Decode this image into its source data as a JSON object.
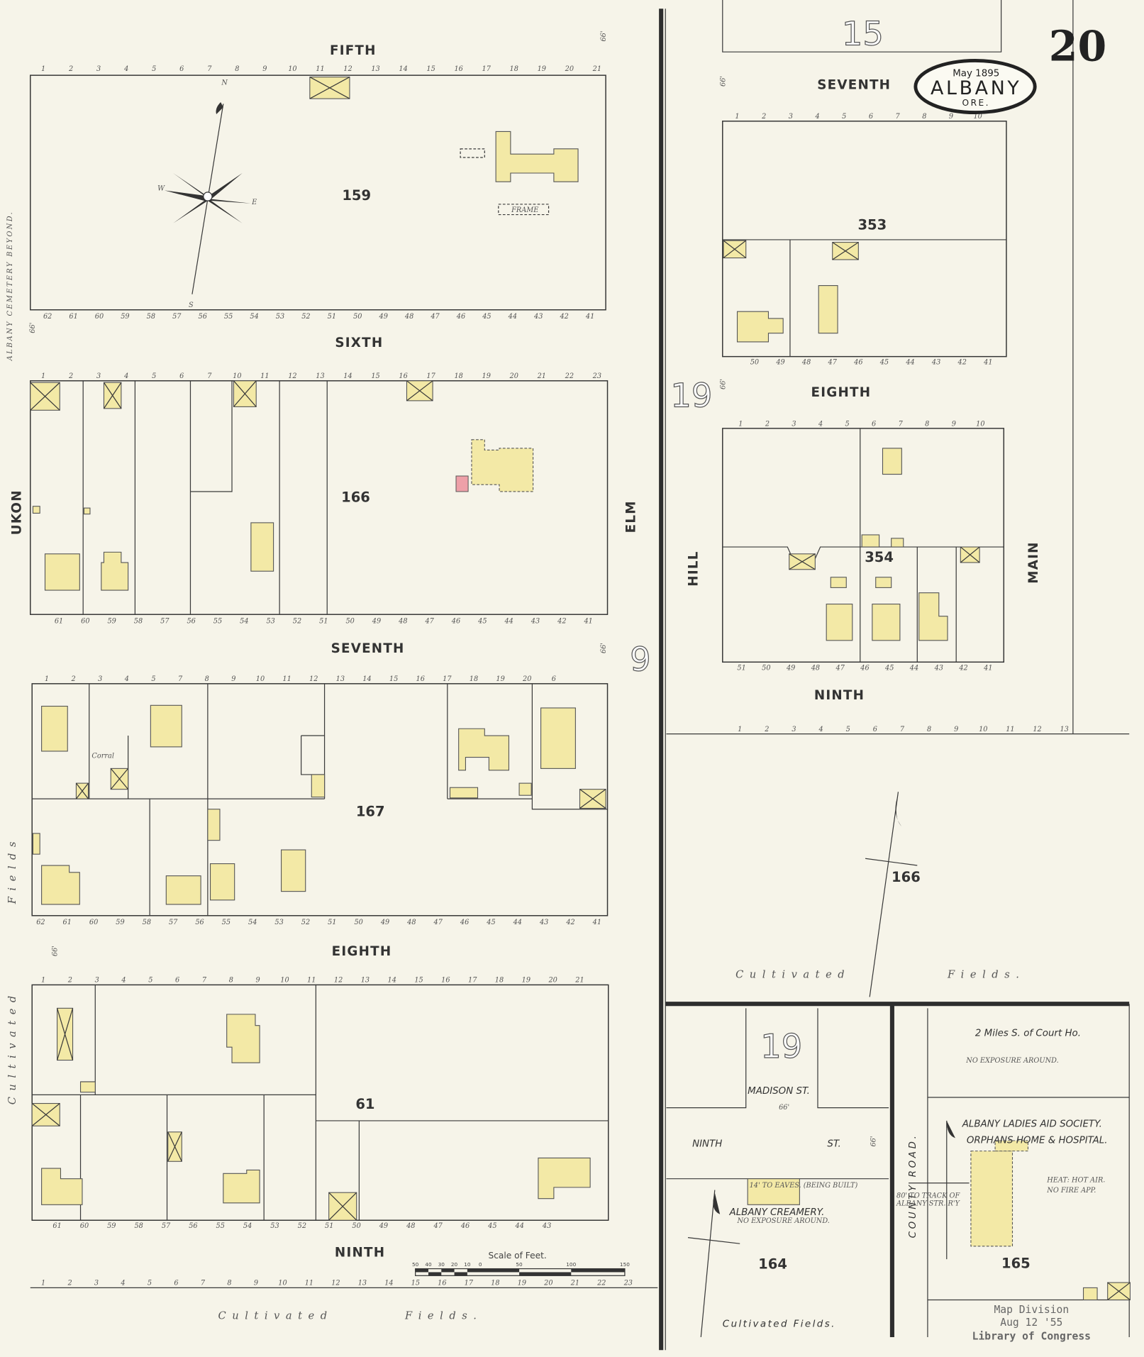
{
  "sheet": {
    "number": "20",
    "cartouche": {
      "date": "May 1895",
      "city": "ALBANY",
      "state": "ORE."
    },
    "adjoining_sheets": [
      "15",
      "19",
      "9",
      "19"
    ]
  },
  "streets": {
    "fifth": "FIFTH",
    "sixth": "SIXTH",
    "seventh_left": "SEVENTH",
    "eighth_left": "EIGHTH",
    "ninth_left": "NINTH",
    "seventh_right": "SEVENTH",
    "eighth_right": "EIGHTH",
    "ninth_right": "NINTH",
    "ukon": "UKON",
    "elm": "ELM",
    "hill": "HILL",
    "main": "MAIN",
    "madison": "MADISON ST.",
    "ninth_st_a": "NINTH",
    "ninth_st_b": "ST.",
    "county_road": "COUNTY ROAD."
  },
  "blocks": [
    "159",
    "166",
    "167",
    "61",
    "353",
    "354",
    "166",
    "164",
    "165"
  ],
  "annotations": {
    "cemetery": "ALBANY CEMETERY BEYOND.",
    "fields_left_a": "Fields",
    "fields_left_b": "Cultivated",
    "cultivated_bottom": "Cultivated",
    "fields_bottom": "Fields.",
    "cultivated_right": "Cultivated",
    "fields_right": "Fields.",
    "cultivated_middle": "Cultivated Fields.",
    "corral": "Corral",
    "court_house": "2 Miles S. of Court Ho.",
    "no_exposure": "NO EXPOSURE AROUND.",
    "society_1": "ALBANY LADIES AID SOCIETY.",
    "society_2": "ORPHANS HOME & HOSPITAL.",
    "heat_1": "HEAT: HOT AIR.",
    "heat_2": "NO FIRE APP.",
    "track_1": "80' TO TRACK OF",
    "track_2": "ALBANY STR. R'Y",
    "creamery": "ALBANY CREAMERY.",
    "creamery_note": "NO EXPOSURE AROUND.",
    "creamery_bldg": "14' TO EAVES. (BEING BUILT)",
    "street_width": "66'",
    "madison_width": "66'",
    "frame": "FRAME"
  },
  "compass": {
    "n": "N",
    "s": "S",
    "e": "E",
    "w": "W"
  },
  "scale": {
    "title": "Scale of Feet.",
    "ticks": [
      "50",
      "40",
      "30",
      "20",
      "10",
      "0",
      "50",
      "100",
      "150"
    ]
  },
  "stamp": {
    "line1": "Map Division",
    "line2": "Aug 12 '55",
    "line3": "Library of Congress"
  },
  "lot_numbers": {
    "b159_top": [
      "1",
      "2",
      "3",
      "4",
      "5",
      "6",
      "7",
      "8",
      "9",
      "10",
      "11",
      "12",
      "13",
      "14",
      "15",
      "16",
      "17",
      "18",
      "19",
      "20",
      "21"
    ],
    "b159_bottom": [
      "62",
      "61",
      "60",
      "59",
      "58",
      "57",
      "56",
      "55",
      "54",
      "53",
      "52",
      "51",
      "50",
      "49",
      "48",
      "47",
      "46",
      "45",
      "44",
      "43",
      "42",
      "41"
    ],
    "b166_top": [
      "1",
      "2",
      "3",
      "4",
      "5",
      "6",
      "7",
      "10",
      "11",
      "12",
      "13",
      "14",
      "15",
      "16",
      "17",
      "18",
      "19",
      "20",
      "21",
      "22",
      "23"
    ],
    "b166_bottom": [
      "61",
      "60",
      "59",
      "58",
      "57",
      "56",
      "55",
      "54",
      "53",
      "52",
      "51",
      "50",
      "49",
      "48",
      "47",
      "46",
      "45",
      "44",
      "43",
      "42",
      "41"
    ],
    "b167_top": [
      "1",
      "2",
      "3",
      "4",
      "5",
      "7",
      "8",
      "9",
      "10",
      "11",
      "12",
      "13",
      "14",
      "15",
      "16",
      "17",
      "18",
      "19",
      "20",
      "6"
    ],
    "b167_bottom": [
      "62",
      "61",
      "60",
      "59",
      "58",
      "57",
      "56",
      "55",
      "54",
      "53",
      "52",
      "51",
      "50",
      "49",
      "48",
      "47",
      "46",
      "45",
      "44",
      "43",
      "42",
      "41"
    ],
    "b61_top": [
      "1",
      "2",
      "3",
      "4",
      "5",
      "6",
      "7",
      "8",
      "9",
      "10",
      "11",
      "12",
      "13",
      "14",
      "15",
      "16",
      "17",
      "18",
      "19",
      "20",
      "21"
    ],
    "b61_bottom": [
      "61",
      "60",
      "59",
      "58",
      "57",
      "56",
      "55",
      "54",
      "53",
      "52",
      "51",
      "50",
      "49",
      "48",
      "47",
      "46",
      "45",
      "44",
      "43"
    ],
    "b353_top": [
      "1",
      "2",
      "3",
      "4",
      "5",
      "6",
      "7",
      "8",
      "9",
      "10"
    ],
    "b353_bottom": [
      "50",
      "49",
      "48",
      "47",
      "46",
      "45",
      "44",
      "43",
      "42",
      "41"
    ],
    "b354_top": [
      "1",
      "2",
      "3",
      "4",
      "5",
      "6",
      "7",
      "8",
      "9",
      "10"
    ],
    "b354_bottom": [
      "51",
      "50",
      "49",
      "48",
      "47",
      "46",
      "45",
      "44",
      "43",
      "42",
      "41"
    ],
    "below_ninth_right": [
      "1",
      "2",
      "3",
      "4",
      "5",
      "6",
      "7",
      "8",
      "9",
      "10",
      "11",
      "12",
      "13"
    ],
    "below_ninth_left": [
      "1",
      "2",
      "3",
      "4",
      "5",
      "6",
      "7",
      "8",
      "9",
      "10",
      "11",
      "12",
      "13",
      "14",
      "15",
      "16",
      "17",
      "18",
      "19",
      "20",
      "21",
      "22",
      "23"
    ]
  },
  "colors": {
    "frame_building": "#f3e9a6",
    "brick_building": "#eea0a8",
    "paper": "#f6f4e9",
    "ink": "#333333"
  }
}
